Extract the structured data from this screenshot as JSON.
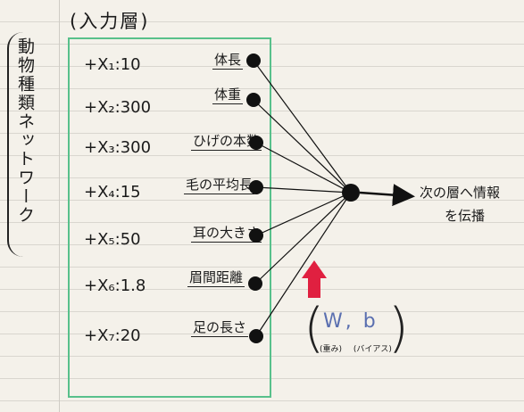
{
  "title": "動物種類ネットワーク",
  "layer_label": "(入力層)",
  "variables": [
    "+X₁:10",
    "+X₂:300",
    "+X₃:300",
    "+X₄:15",
    "+X₅:50",
    "+X₆:1.8",
    "+X₇:20"
  ],
  "features": [
    "体長",
    "体重",
    "ひげの本数",
    "毛の平均長",
    "耳の大きさ",
    "眉間距離",
    "足の長さ"
  ],
  "output": {
    "line1": "次の層へ情報",
    "line2": "を伝播"
  },
  "params": {
    "main": "W, b",
    "weight": "(重み)",
    "bias": "(バイアス)"
  },
  "colors": {
    "box": "#58c08b",
    "arrow": "#e02040",
    "wb": "#5a6fb0"
  }
}
